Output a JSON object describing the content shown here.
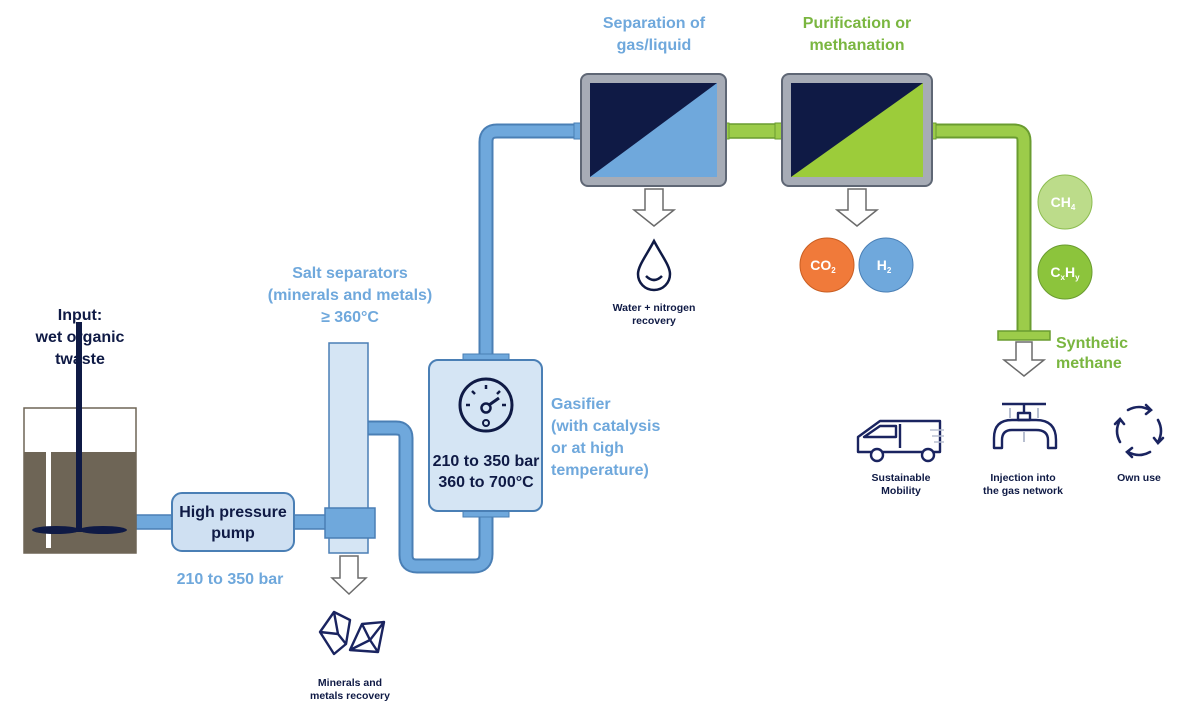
{
  "input": {
    "line1": "Input:",
    "line2": "wet organic",
    "line3": "twaste"
  },
  "pump": {
    "line1": "High pressure",
    "line2": "pump",
    "pressure": "210 to 350 bar"
  },
  "salt_separators": {
    "line1": "Salt separators",
    "line2": "(minerals and metals)",
    "line3": "≥ 360°C"
  },
  "minerals_recovery": {
    "line1": "Minerals and",
    "line2": "metals recovery"
  },
  "gasifier": {
    "pressure": "210 to 350 bar",
    "temperature": "360 to 700°C",
    "label_line1": "Gasifier",
    "label_line2": "(with catalysis",
    "label_line3": "or at high",
    "label_line4": "temperature)"
  },
  "separation": {
    "line1": "Separation of",
    "line2": "gas/liquid"
  },
  "water_recovery": {
    "line1": "Water + nitrogen",
    "line2": "recovery"
  },
  "purification": {
    "line1": "Purification or",
    "line2": "methanation"
  },
  "byproducts": {
    "co2_main": "CO",
    "co2_sub": "2",
    "h2_main": "H",
    "h2_sub": "2"
  },
  "gases": {
    "ch4_main": "CH",
    "ch4_sub": "4",
    "cxhy_c": "C",
    "cxhy_x": "x",
    "cxhy_h": "H",
    "cxhy_y": "y"
  },
  "synthetic_methane": {
    "line1": "Synthetic",
    "line2": "methane"
  },
  "uses": {
    "mobility_line1": "Sustainable",
    "mobility_line2": "Mobility",
    "injection_line1": "Injection into",
    "injection_line2": "the gas network",
    "own_use": "Own use"
  },
  "colors": {
    "navy": "#0f1a45",
    "light_blue": "#6fa8dc",
    "green": "#7ab640",
    "orange": "#f07a3a",
    "waste_brown": "#6e6556"
  }
}
